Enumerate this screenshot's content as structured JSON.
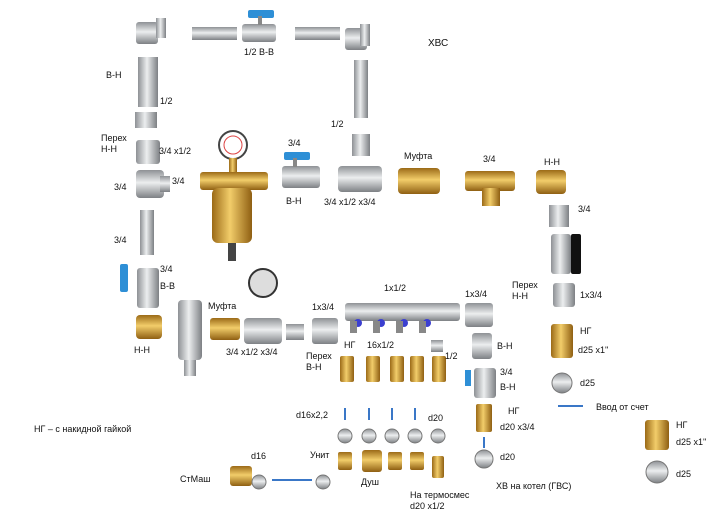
{
  "labels": {
    "title": "ХВС",
    "vv_top": "1/2 В-В",
    "vn_left": "В-Н",
    "half_left": "1/2",
    "perekh_left": "Перех\nН-Н",
    "q34x12_left": "3/4 х1/2",
    "q34_left_a": "3/4",
    "q34_left_b": "3/4",
    "q34_left_c": "3/4",
    "q34_left_d": "3/4",
    "vv_left": "В-В",
    "half_riser": "1/2",
    "q34_ball": "3/4",
    "vn_ball": "В-Н",
    "tee_top": "3/4 х1/2 х3/4",
    "mufta_top": "Муфта",
    "q34_filter": "3/4",
    "nn_top": "Н-Н",
    "q34_right": "3/4",
    "perekh_right": "Перех\nН-Н",
    "x134_right": "1х3/4",
    "ng_right": "НГ",
    "d25_1_right": "d25 х1''",
    "d25_right": "d25",
    "vvod": "Ввод от счет",
    "ng_far": "НГ",
    "d25_1_far": "d25 х1''",
    "d25_far": "d25",
    "nn_left": "Н-Н",
    "mufta_bottom": "Муфта",
    "tee_bottom": "3/4 х1/2 х3/4",
    "x134_a": "1х3/4",
    "perekh_vn": "Перех\nВ-Н",
    "manifold": "1х1/2",
    "ng_mid": "НГ",
    "x16x12": "16х1/2",
    "x134_b": "1х3/4",
    "vn_mid": "В-Н",
    "half_mid": "1/2",
    "q34_mid": "3/4",
    "vn_mid2": "В-Н",
    "d16x22": "d16х2,2",
    "d20_mid": "d20",
    "ng_mid2": "НГ",
    "d20x34": "d20 х3/4",
    "ng_legend": "НГ – с накидной гайкой",
    "d16": "d16",
    "unit": "Унит",
    "stmash": "СтМаш",
    "dush": "Душ",
    "d20_low": "d20",
    "termo": "На термосмес\nd20 х1/2",
    "hv_kotel": "ХВ на котел (ГВС)"
  },
  "colors": {
    "brass": "#d9a63a",
    "chrome": "#c6c8ca",
    "valve_handle": "#2e8fd6",
    "manifold": "#b9bcc0",
    "manifold_caps": "#3b3fd0",
    "pipe_line": "#3a77c7"
  }
}
